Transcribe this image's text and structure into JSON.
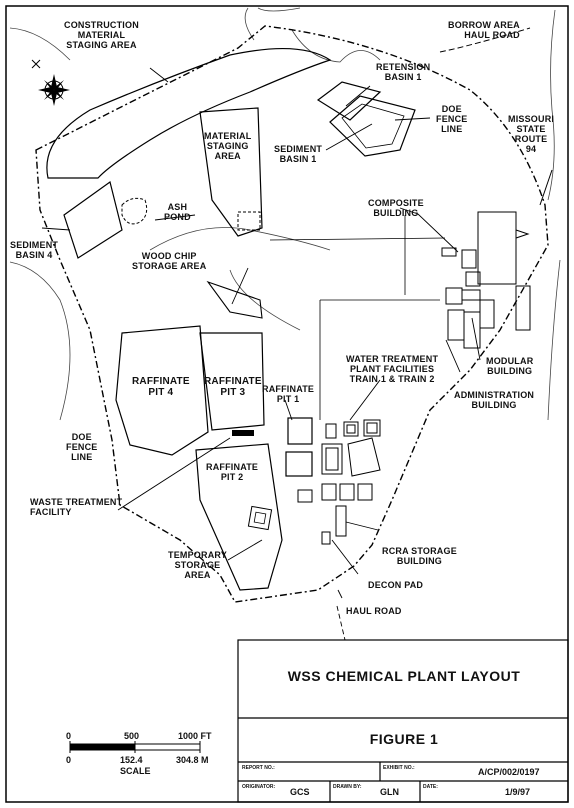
{
  "labels": {
    "construction_staging": "CONSTRUCTION\nMATERIAL\nSTAGING AREA",
    "borrow_area": "BORROW AREA\nHAUL ROAD",
    "retension_basin": "RETENSION\nBASIN 1",
    "doe_fence_top": "DOE\nFENCE\nLINE",
    "missouri_route": "MISSOURI\nSTATE\nROUTE\n94",
    "material_staging": "MATERIAL\nSTAGING\nAREA",
    "sediment_basin_1": "SEDIMENT\nBASIN 1",
    "ash_pond": "ASH\nPOND",
    "composite_building": "COMPOSITE\nBUILDING",
    "sediment_basin_4": "SEDIMENT\nBASIN 4",
    "wood_chip": "WOOD CHIP\nSTORAGE AREA",
    "raffinate_pit_4": "RAFFINATE\nPIT 4",
    "raffinate_pit_3": "RAFFINATE\nPIT 3",
    "raffinate_pit_1": "RAFFINATE\nPIT 1",
    "water_treatment": "WATER TREATMENT\nPLANT FACILITIES\nTRAIN 1 & TRAIN 2",
    "modular_building": "MODULAR\nBUILDING",
    "administration_building": "ADMINISTRATION\nBUILDING",
    "doe_fence_left": "DOE\nFENCE\nLINE",
    "raffinate_pit_2": "RAFFINATE\nPIT 2",
    "waste_treatment": "WASTE TREATMENT\nFACILITY",
    "temporary_storage": "TEMPORARY\nSTORAGE\nAREA",
    "rcra_storage": "RCRA STORAGE\nBUILDING",
    "decon_pad": "DECON PAD",
    "haul_road": "HAUL ROAD"
  },
  "scale": {
    "ft_ticks": [
      "0",
      "500",
      "1000 FT"
    ],
    "m_ticks": [
      "0",
      "152.4",
      "304.8 M"
    ],
    "label": "SCALE"
  },
  "title_block": {
    "title": "WSS CHEMICAL PLANT LAYOUT",
    "figure": "FIGURE 1",
    "report_no_label": "REPORT NO.:",
    "exhibit_no_label": "EXHIBIT NO.:",
    "exhibit_no": "A/CP/002/0197",
    "originator_label": "ORIGINATOR:",
    "originator": "GCS",
    "drawn_by_label": "DRAWN BY:",
    "drawn_by": "GLN",
    "date_label": "DATE:",
    "date": "1/9/97"
  },
  "icons": {
    "north_arrow": "compass-rose-icon"
  }
}
